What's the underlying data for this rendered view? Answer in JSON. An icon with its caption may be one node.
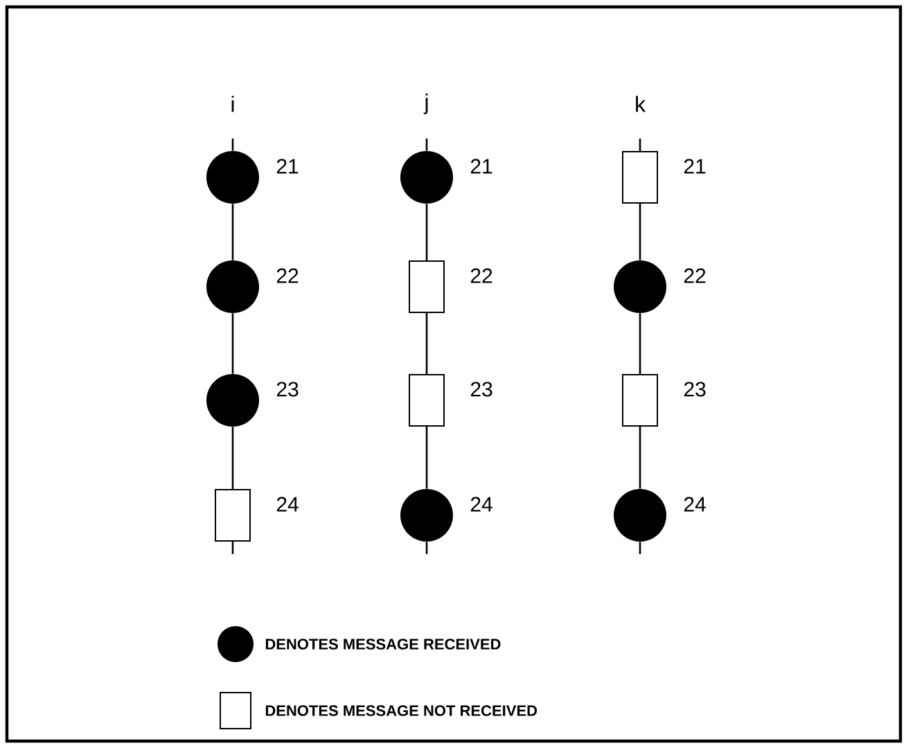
{
  "diagram": {
    "nodes": [
      {
        "text": [],
        "shape": "circle",
        "beside": [
          "21"
        ]
      },
      {
        "text": [],
        "shape": "circle",
        "beside": [
          "22"
        ]
      },
      {
        "text": [],
        "shape": "circle",
        "beside": [
          "23"
        ]
      },
      {
        "text": [],
        "shape": "box",
        "beside": [
          "24"
        ]
      },
      {
        "text": [],
        "shape": "circle",
        "beside": [
          "21"
        ]
      },
      {
        "text": [],
        "shape": "box",
        "beside": [
          "22"
        ]
      },
      {
        "text": [],
        "shape": "box",
        "beside": [
          "23"
        ]
      },
      {
        "text": [],
        "shape": "circle",
        "beside": [
          "24"
        ]
      },
      {
        "text": [],
        "shape": "box",
        "beside": [
          "21"
        ]
      },
      {
        "text": [],
        "shape": "circle",
        "beside": [
          "22"
        ]
      },
      {
        "text": [],
        "shape": "box",
        "beside": [
          "23"
        ]
      },
      {
        "text": [],
        "shape": "circle",
        "beside": [
          "24"
        ]
      }
    ],
    "edges": [
      {
        "from": null,
        "to": 0,
        "arrow": "none"
      },
      {
        "from": 0,
        "to": 1,
        "arrow": "none"
      },
      {
        "from": 1,
        "to": 2,
        "arrow": "none"
      },
      {
        "from": 2,
        "to": 3,
        "arrow": "none"
      },
      {
        "from": 3,
        "to": null,
        "arrow": "none"
      },
      {
        "from": null,
        "to": 4,
        "arrow": "none"
      },
      {
        "from": 4,
        "to": 5,
        "arrow": "none"
      },
      {
        "from": 5,
        "to": 6,
        "arrow": "none"
      },
      {
        "from": 6,
        "to": 7,
        "arrow": "none"
      },
      {
        "from": 7,
        "to": null,
        "arrow": "none"
      },
      {
        "from": null,
        "to": 8,
        "arrow": "none"
      },
      {
        "from": 8,
        "to": 9,
        "arrow": "none"
      },
      {
        "from": 9,
        "to": 10,
        "arrow": "none"
      },
      {
        "from": 10,
        "to": 11,
        "arrow": "none"
      },
      {
        "from": 11,
        "to": null,
        "arrow": "none"
      }
    ],
    "labels": [
      "i",
      "j",
      "k"
    ],
    "legend": [
      {
        "text": "DENOTES MESSAGE RECEIVED"
      },
      {
        "text": "DENOTES MESSAGE NOT RECEIVED"
      }
    ]
  }
}
